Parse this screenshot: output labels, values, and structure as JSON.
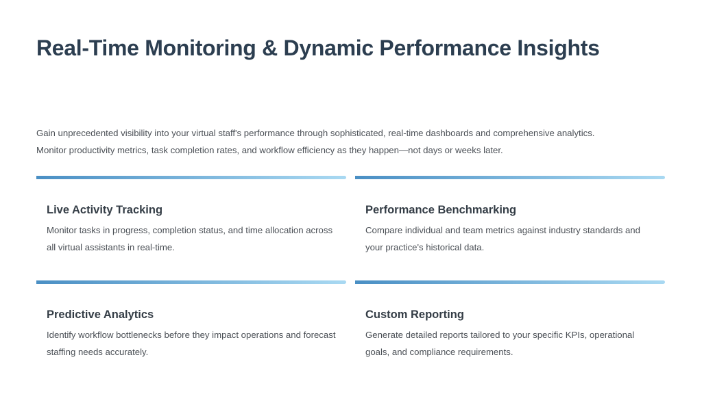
{
  "title": "Real-Time Monitoring & Dynamic Performance Insights",
  "intro": {
    "line1": "Gain unprecedented visibility into your virtual staff's performance through sophisticated, real-time dashboards and comprehensive analytics.",
    "line2": "Monitor productivity metrics, task completion rates, and workflow efficiency as they happen—not days or weeks later."
  },
  "colors": {
    "accent_start": "#4a8fc4",
    "accent_end": "#a9d9f2",
    "title": "#2c3e50"
  },
  "cards": [
    {
      "title": "Live Activity Tracking",
      "description": "Monitor tasks in progress, completion status, and time allocation across all virtual assistants in real-time."
    },
    {
      "title": "Performance Benchmarking",
      "description": "Compare individual and team metrics against industry standards and your practice's historical data."
    },
    {
      "title": "Predictive Analytics",
      "description": "Identify workflow bottlenecks before they impact operations and forecast staffing needs accurately."
    },
    {
      "title": "Custom Reporting",
      "description": "Generate detailed reports tailored to your specific KPIs, operational goals, and compliance requirements."
    }
  ]
}
